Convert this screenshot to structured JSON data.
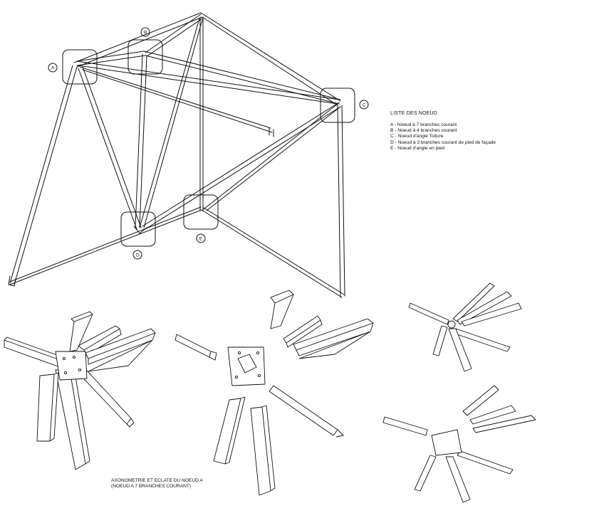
{
  "node_labels": [
    "A",
    "B",
    "C",
    "D",
    "E"
  ],
  "legend": {
    "title": "LISTE DES NOEUD",
    "items": [
      "A - Noeud à 7 branches courant",
      "B - Noeud à 4 branches courant",
      "C - Noeud d'angle Toiture",
      "D - Noeud à 3 branches courant de pied de façade",
      "E - Noeud d'angle en pied"
    ]
  },
  "caption": {
    "line1": "AXONOMETRIE ET ECLATE DU NOEUD A",
    "line2": "(NOEUD A 7 BRANCHES COURANT)"
  }
}
